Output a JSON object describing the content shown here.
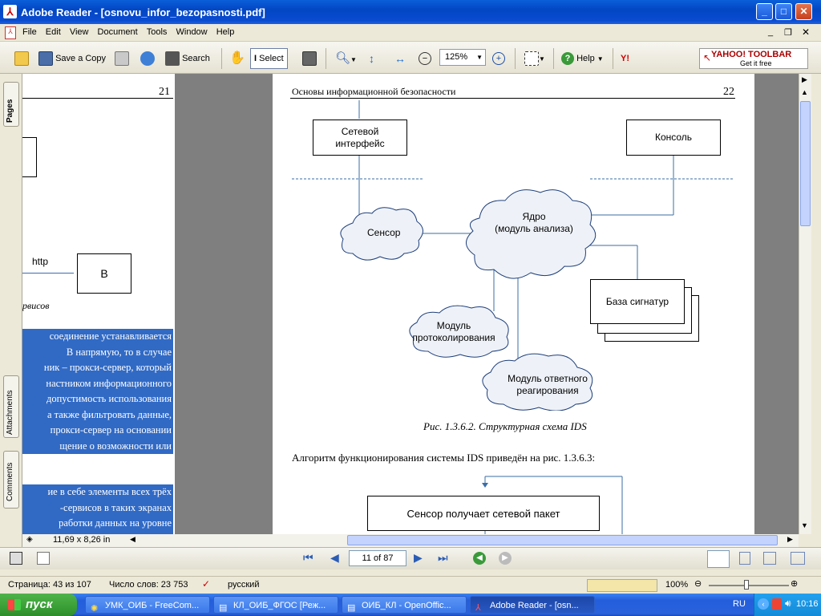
{
  "window": {
    "title": "Adobe Reader - [osnovu_infor_bezopasnosti.pdf]",
    "min": "_",
    "max": "□",
    "close": "✕"
  },
  "menu": [
    "File",
    "Edit",
    "View",
    "Document",
    "Tools",
    "Window",
    "Help"
  ],
  "toolbar": {
    "save_copy": "Save a Copy",
    "search": "Search",
    "select": "Select",
    "zoom_value": "125%",
    "help": "Help",
    "yahoo_brand": "YAHOO! TOOLBAR",
    "yahoo_sub": "Get it free"
  },
  "side_tabs": [
    "Pages",
    "Attachments",
    "Comments"
  ],
  "page_left": {
    "page_number": "21",
    "http_label": "http",
    "box_label": "B",
    "caption_fragment": "рвисов",
    "para1": [
      "соединение устанавливается",
      "B напрямую, то в случае",
      "ник – прокси-сервер, который",
      "настником информационного",
      "допустимость использования",
      "а также фильтровать данные,",
      "прокси-сервер на основании",
      "щение о возможности или"
    ],
    "para2": [
      "ие в себе элементы всех трёх",
      "-сервисов в таких экранах",
      "работки данных на уровне"
    ],
    "page_size": "11,69 x 8,26 in"
  },
  "page_right": {
    "header": "Основы информационной безопасности",
    "page_number": "22",
    "diagram": {
      "net_iface": [
        "Сетевой",
        "интерфейс"
      ],
      "console": "Консоль",
      "sensor": "Сенсор",
      "core": [
        "Ядро",
        "(модуль анализа)"
      ],
      "signatures": "База сигнатур",
      "logging": [
        "Модуль",
        "протоколирования"
      ],
      "response": [
        "Модуль ответного",
        "реагирования"
      ]
    },
    "caption": "Рис. 1.3.6.2. Структурная схема IDS",
    "algorithm_text": "Алгоритм функционирования системы IDS приведён на рис. 1.3.6.3:",
    "flow_box": "Сенсор получает сетевой пакет"
  },
  "navigation": {
    "page_field": "11 of 87"
  },
  "status": {
    "page": "Страница: 43 из 107",
    "words": "Число слов: 23 753",
    "lang": "русский",
    "zoom": "100%"
  },
  "taskbar": {
    "start": "пуск",
    "tasks": [
      "УМК_ОИБ - FreeCom...",
      "КЛ_ОИБ_ФГОС [Реж...",
      "ОИБ_КЛ - OpenOffic...",
      "Adobe Reader - [osn..."
    ],
    "lang": "RU",
    "time": "10:16"
  },
  "colors": {
    "selection": "#316ac5",
    "titlebar": "#0a4bd0",
    "start": "#3a9f36"
  }
}
